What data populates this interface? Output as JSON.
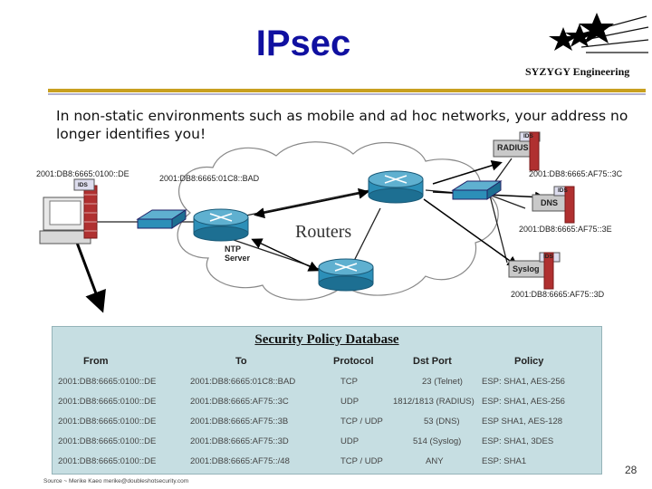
{
  "header": {
    "title": "IPsec",
    "brand": "SYZYGY Engineering"
  },
  "intro": "In non-static environments such as mobile and ad hoc networks, your address no longer identifies you!",
  "diagram": {
    "client_address": "2001:DB8:6665:0100::DE",
    "ntp_address": "2001:DB8:6665:01C8::BAD",
    "radius_address": "2001:DB8:6665:AF75::3C",
    "dns_address": "2001:DB8:6665:AF75::3E",
    "syslog_address": "2001:DB8:6665:AF75::3D",
    "routers_label": "Routers",
    "ntp_label_line1": "NTP",
    "ntp_label_line2": "Server",
    "ids_label": "IDS",
    "radius_label": "RADIUS",
    "dns_label": "DNS",
    "syslog_label": "Syslog"
  },
  "spd": {
    "title": "Security Policy Database",
    "columns": [
      "From",
      "To",
      "Protocol",
      "Dst Port",
      "Policy"
    ],
    "rows": [
      [
        "2001:DB8:6665:0100::DE",
        "2001:DB8:6665:01C8::BAD",
        "TCP",
        "23 (Telnet)",
        "ESP:  SHA1, AES-256"
      ],
      [
        "2001:DB8:6665:0100::DE",
        "2001:DB8:6665:AF75::3C",
        "UDP",
        "1812/1813 (RADIUS)",
        "ESP:   SHA1, AES-256"
      ],
      [
        "2001:DB8:6665:0100::DE",
        "2001:DB8:6665:AF75::3B",
        "TCP / UDP",
        "53 (DNS)",
        "ESP   SHA1, AES-128"
      ],
      [
        "2001:DB8:6665:0100::DE",
        "2001:DB8:6665:AF75::3D",
        "UDP",
        "514 (Syslog)",
        "ESP:  SHA1, 3DES"
      ],
      [
        "2001:DB8:6665:0100::DE",
        "2001:DB8:6665:AF75::/48",
        "TCP / UDP",
        "ANY",
        "ESP:  SHA1"
      ]
    ]
  },
  "footer": {
    "source": "Source  ~ Merike Kaeo  merike@doubleshotsecurity.com",
    "page": "28"
  },
  "colors": {
    "title": "#1010a0",
    "rule": "#c8a020",
    "table_bg": "#c6dee2",
    "router": "#2c8fb8",
    "firewall": "#b03030"
  }
}
